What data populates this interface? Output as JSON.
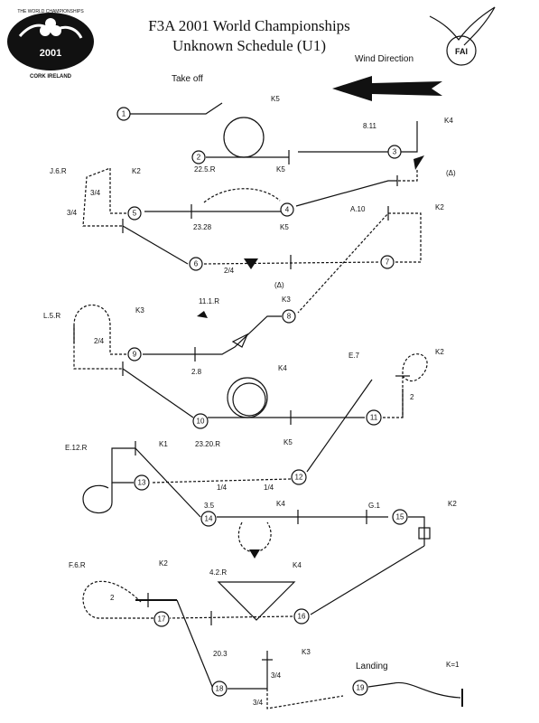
{
  "header": {
    "title_line1": "F3A 2001 World Championships",
    "title_line2": "Unknown Schedule (U1)",
    "wind_direction": "Wind Direction",
    "logo_left": {
      "arc_top": "THE WORLD CHAMPIONSHIPS",
      "year": "2001",
      "bottom": "CORK IRELAND"
    },
    "logo_right": {
      "text": "FAI"
    }
  },
  "labels": {
    "take_off": "Take off",
    "landing": "Landing",
    "k_landing": "K=1"
  },
  "maneuvers": [
    {
      "num": "1"
    },
    {
      "num": "2",
      "aresti": "22.5.R",
      "k": "K5"
    },
    {
      "num": "3",
      "aresti": "8.11",
      "k": "K4",
      "symbol": "(Δ)"
    },
    {
      "num": "4",
      "aresti": "23.28",
      "k": "K5"
    },
    {
      "num": "5",
      "aresti": "J.6.R",
      "k": "K2",
      "roll1": "3/4",
      "roll2": "3/4"
    },
    {
      "num": "6",
      "roll1": "2/4"
    },
    {
      "num": "7",
      "aresti": "A.10",
      "k": "K2",
      "symbol": "(Δ)"
    },
    {
      "num": "8",
      "aresti": "11.1.R",
      "k": "K3"
    },
    {
      "num": "9",
      "aresti": "L.5.R",
      "k": "K3",
      "roll1": "2/4"
    },
    {
      "num": "10",
      "aresti": "2.8",
      "k": "K4"
    },
    {
      "num": "11",
      "aresti": "E.7",
      "k": "K2",
      "roll1": "2"
    },
    {
      "num": "12",
      "aresti": "23.20.R",
      "k": "K5",
      "roll1": "1/4",
      "roll2": "1/4"
    },
    {
      "num": "13",
      "aresti": "E.12.R",
      "k": "K1"
    },
    {
      "num": "14",
      "aresti": "3.5",
      "k": "K4"
    },
    {
      "num": "15",
      "aresti": "G.1",
      "k": "K2"
    },
    {
      "num": "16",
      "aresti": "4.2.R",
      "k": "K4"
    },
    {
      "num": "17",
      "aresti": "F.6.R",
      "k": "K2",
      "roll1": "2"
    },
    {
      "num": "18",
      "aresti": "20.3",
      "k": "K3",
      "roll1": "3/4",
      "roll2": "3/4"
    },
    {
      "num": "19"
    }
  ]
}
